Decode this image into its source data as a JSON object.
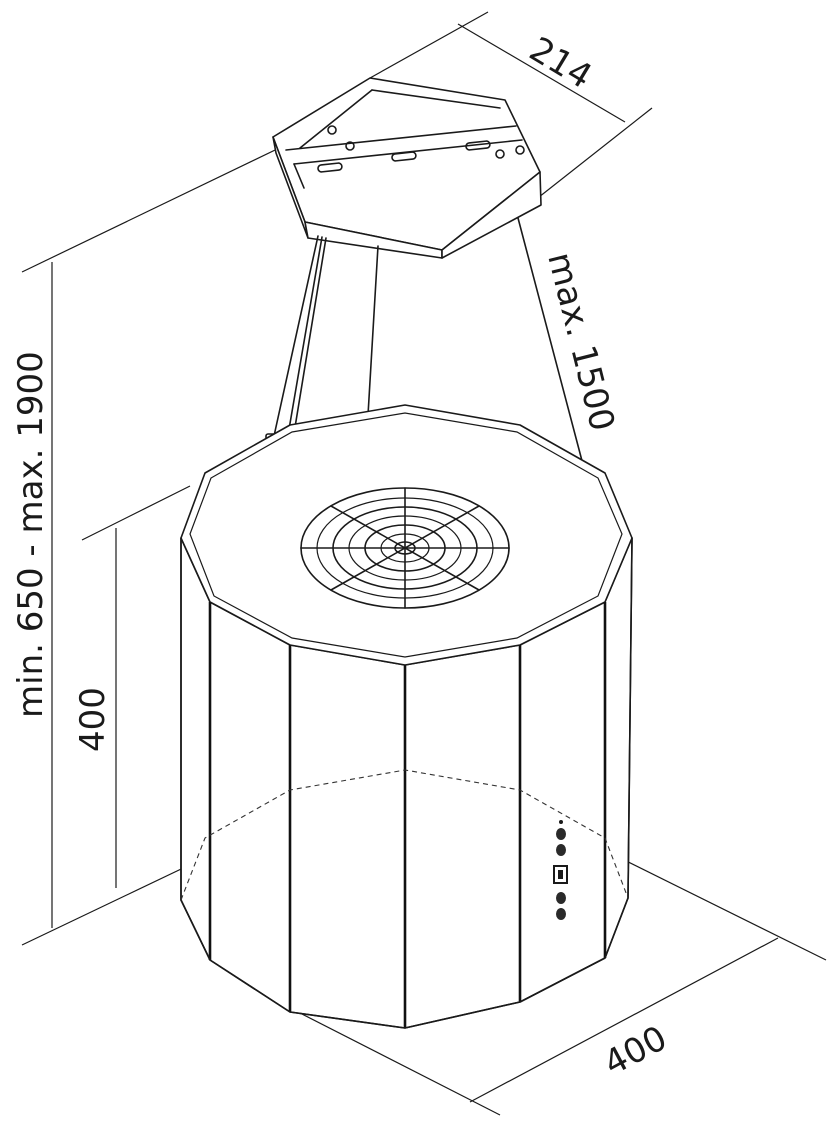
{
  "dimensions": {
    "mount_width": "214",
    "cable_length": "max. 1500",
    "total_height": "min. 650 - max. 1900",
    "body_height": "400",
    "body_diameter": "400"
  },
  "colors": {
    "stroke": "#1a1a1a",
    "background": "#ffffff"
  },
  "icons": {
    "control_buttons": "round-button-icon",
    "control_display": "display-icon"
  }
}
